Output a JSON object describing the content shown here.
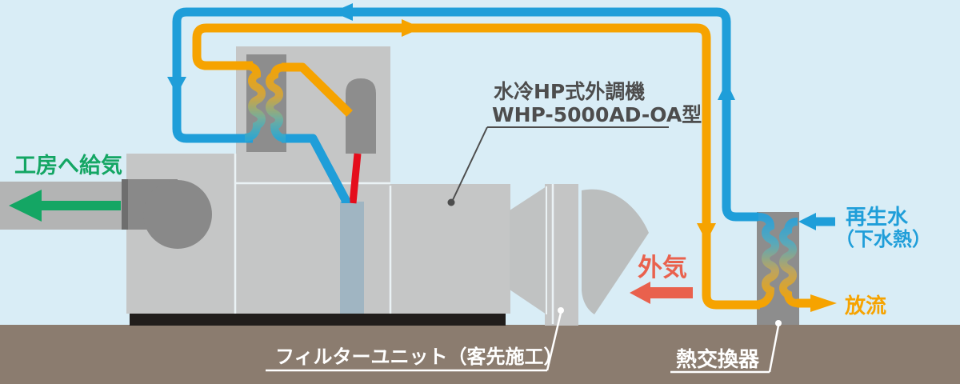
{
  "labels": {
    "supply_air": "工房へ給気",
    "unit_name_line1": "水冷HP式外調機",
    "unit_name_line2": "WHP-5000AD-OA型",
    "outside_air": "外気",
    "reclaimed_water_line1": "再生水",
    "reclaimed_water_line2": "（下水熱）",
    "discharge": "放流",
    "filter_unit": "フィルターユニット（客先施工）",
    "heat_exchanger": "熱交換器"
  },
  "colors": {
    "sky": "#d9edf6",
    "ground": "#8b7c6f",
    "machine_gray": "#c5c6c6",
    "duct_gray": "#b3b4b4",
    "dark_gray": "#8d8d8d",
    "scroll_gray": "#898989",
    "flange_gray": "#6e6e6e",
    "base_black": "#211d1b",
    "pipe_blue": "#1f9ed9",
    "pipe_orange": "#f6a300",
    "supply_green": "#14a664",
    "outside_air_red": "#e9614d",
    "refrigerant_red": "#e50d1c",
    "coil_bar_blue": "#a0b5c2",
    "label_gray": "#4d4d4d",
    "label_white": "#ffffff"
  },
  "arrows": [
    {
      "id": "supply-air",
      "color": "green",
      "direction": "left"
    },
    {
      "id": "water-return-top",
      "color": "blue",
      "direction": "left"
    },
    {
      "id": "water-return-left-vertical",
      "color": "blue",
      "direction": "down"
    },
    {
      "id": "water-return-right-vertical",
      "color": "blue",
      "direction": "up"
    },
    {
      "id": "water-supply-top",
      "color": "orange",
      "direction": "right"
    },
    {
      "id": "water-supply-right-vertical",
      "color": "orange",
      "direction": "down"
    },
    {
      "id": "reclaimed-water-inlet",
      "color": "blue",
      "direction": "left"
    },
    {
      "id": "discharge-outlet",
      "color": "orange",
      "direction": "right"
    },
    {
      "id": "outside-air-intake",
      "color": "red",
      "direction": "left"
    }
  ]
}
